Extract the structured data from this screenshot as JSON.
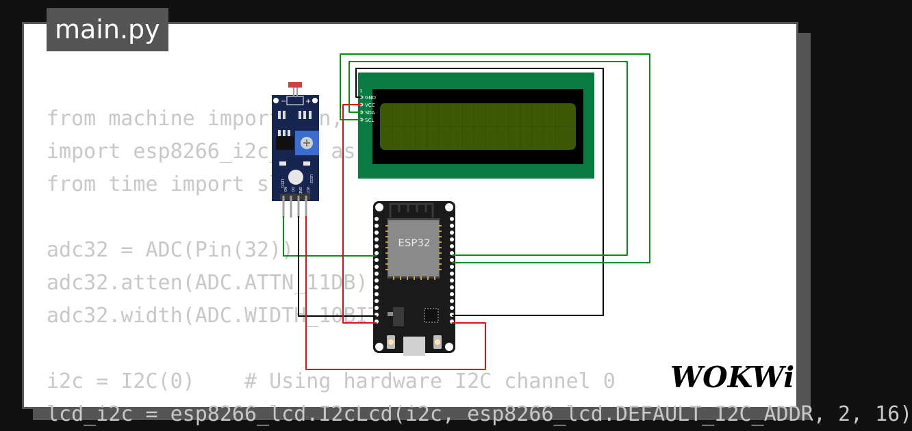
{
  "file_tab": {
    "label": "main.py"
  },
  "code_lines": [
    "from machine import Pin, I2C, ADC",
    "import esp8266_i2c_lcd as lcd",
    "from time import sleep",
    "",
    "adc32 = ADC(Pin(32))",
    "adc32.atten(ADC.ATTN_11DB)",
    "adc32.width(ADC.WIDTH_10BIT)",
    "",
    "i2c = I2C(0)    # Using hardware I2C channel 0",
    "lcd_i2c = esp8266_lcd.I2cLcd(i2c, esp8266_lcd.DEFAULT_I2C_ADDR, 2, 16)"
  ],
  "components": {
    "esp32": {
      "label": "ESP32"
    },
    "lcd": {
      "pins": [
        "GND",
        "VCC",
        "SDA",
        "SCL"
      ],
      "pin_one": "1"
    },
    "ldr_sensor": {
      "pins": [
        "AO",
        "DO",
        "GND",
        "VCC"
      ],
      "plus": "+",
      "minus": "−",
      "led1": "LED1",
      "led2": "LED2"
    }
  },
  "brand": {
    "logo_text": "WOKWi"
  },
  "colors": {
    "page_bg": "#111111",
    "card_border": "#555555",
    "code_text": "#c8c8c8",
    "wire_green": "#0a8a16",
    "wire_red": "#e01010",
    "wire_black": "#000000",
    "lcd_board": "#087b40",
    "lcd_screen": "#3c5a06",
    "esp_board": "#1a1a1a",
    "sensor_board": "#172650"
  }
}
